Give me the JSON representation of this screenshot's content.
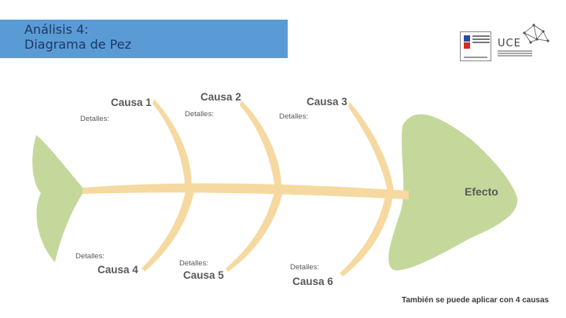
{
  "title": {
    "line1": "Análisis 4:",
    "line2": "Diagrama de Pez"
  },
  "logos": {
    "uce": "UCE"
  },
  "causes": [
    {
      "label": "Causa 1",
      "details": "Detalles:"
    },
    {
      "label": "Causa 2",
      "details": "Detalles:"
    },
    {
      "label": "Causa 3",
      "details": "Detalles:"
    },
    {
      "label": "Causa 4",
      "details": "Detalles:"
    },
    {
      "label": "Causa 5",
      "details": "Detalles:"
    },
    {
      "label": "Causa 6",
      "details": "Detalles:"
    }
  ],
  "effect": "Efecto",
  "note": "También se puede aplicar con 4  causas",
  "colors": {
    "fish_body": "#c5d89b",
    "bones": "#f5d9a0",
    "title_bar": "#5b9bd5",
    "title_text": "#1f3864"
  }
}
